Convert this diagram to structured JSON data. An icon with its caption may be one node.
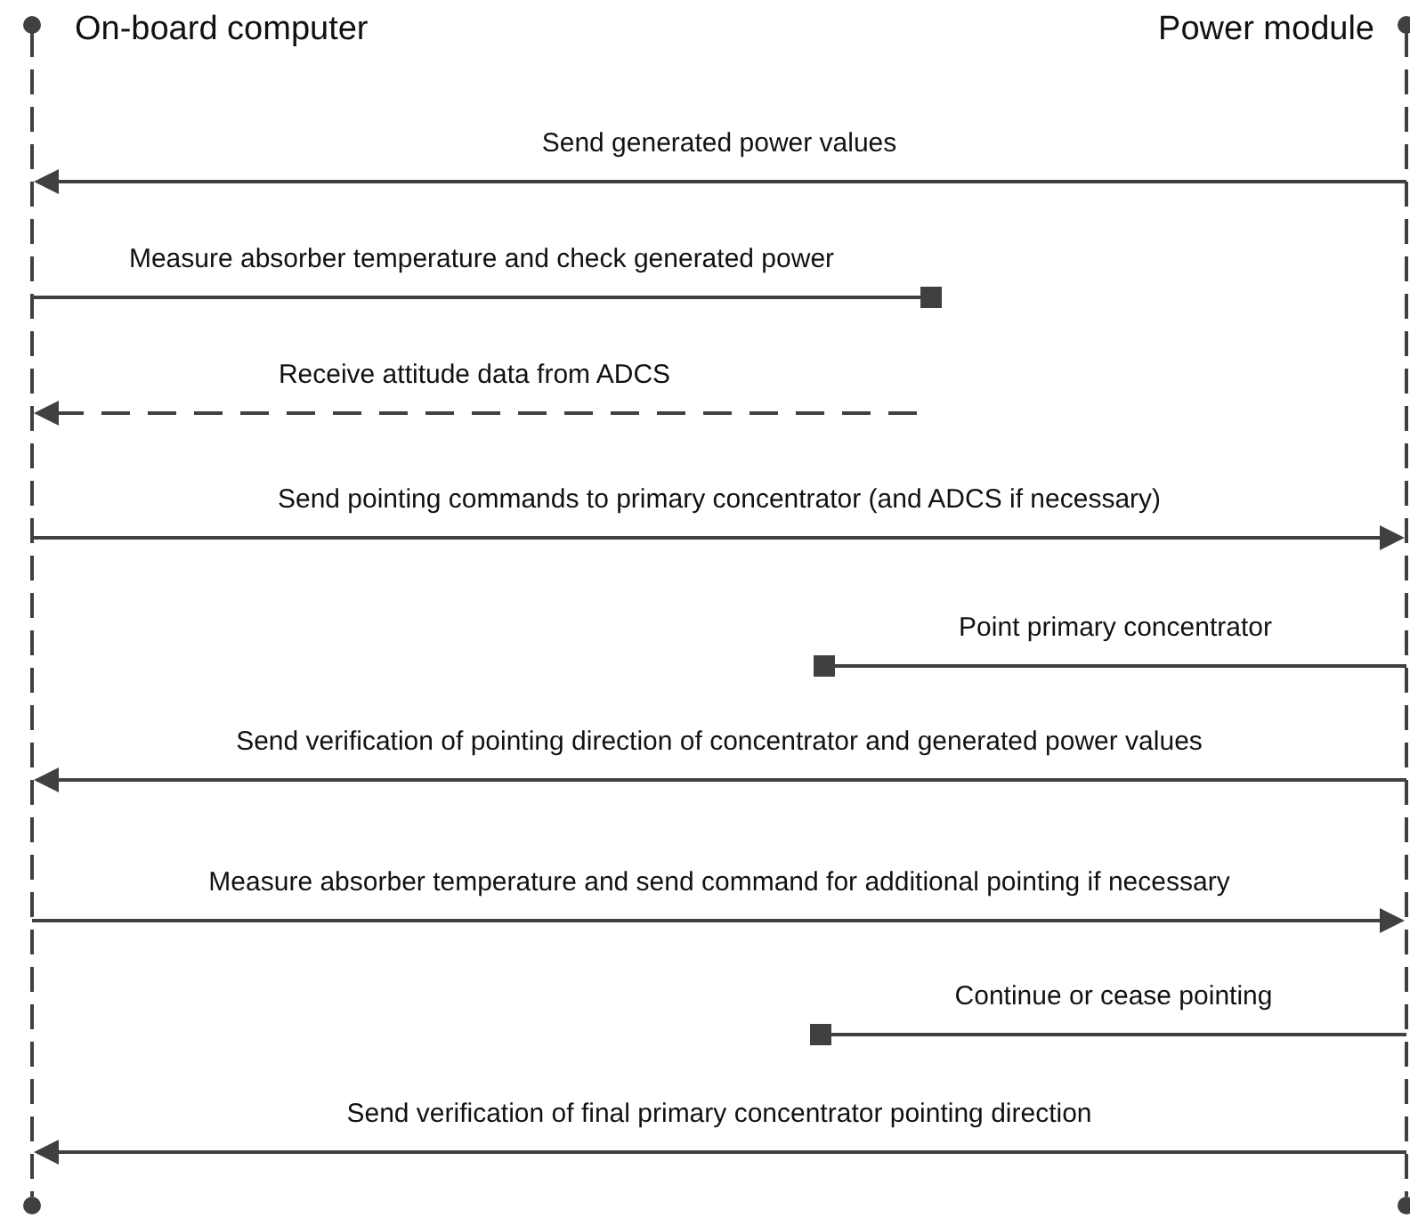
{
  "diagram": {
    "nodes": [
      {
        "text": [
          "On-board computer"
        ]
      },
      {
        "text": [
          "Power module"
        ]
      }
    ],
    "edges": [
      {
        "from": 1,
        "to": 0,
        "arrow": "to",
        "label": "Send generated power values"
      },
      {
        "from": 0,
        "to": null,
        "arrow": "other",
        "label": "Measure absorber temperature and check generated power"
      },
      {
        "from": null,
        "to": 0,
        "arrow": "to",
        "style": "dashed",
        "label": "Receive attitude data from ADCS"
      },
      {
        "from": 0,
        "to": 1,
        "arrow": "to",
        "label": "Send pointing commands to primary concentrator (and ADCS if necessary)"
      },
      {
        "from": 1,
        "to": null,
        "arrow": "other",
        "label": "Point primary concentrator"
      },
      {
        "from": 1,
        "to": 0,
        "arrow": "to",
        "label": "Send verification of pointing direction of concentrator and generated power values"
      },
      {
        "from": 0,
        "to": 1,
        "arrow": "to",
        "label": "Measure absorber temperature and send command for additional pointing if necessary"
      },
      {
        "from": 1,
        "to": null,
        "arrow": "other",
        "label": "Continue or cease pointing"
      },
      {
        "from": 1,
        "to": 0,
        "arrow": "to",
        "label": "Send verification of final primary concentrator pointing direction"
      }
    ]
  }
}
